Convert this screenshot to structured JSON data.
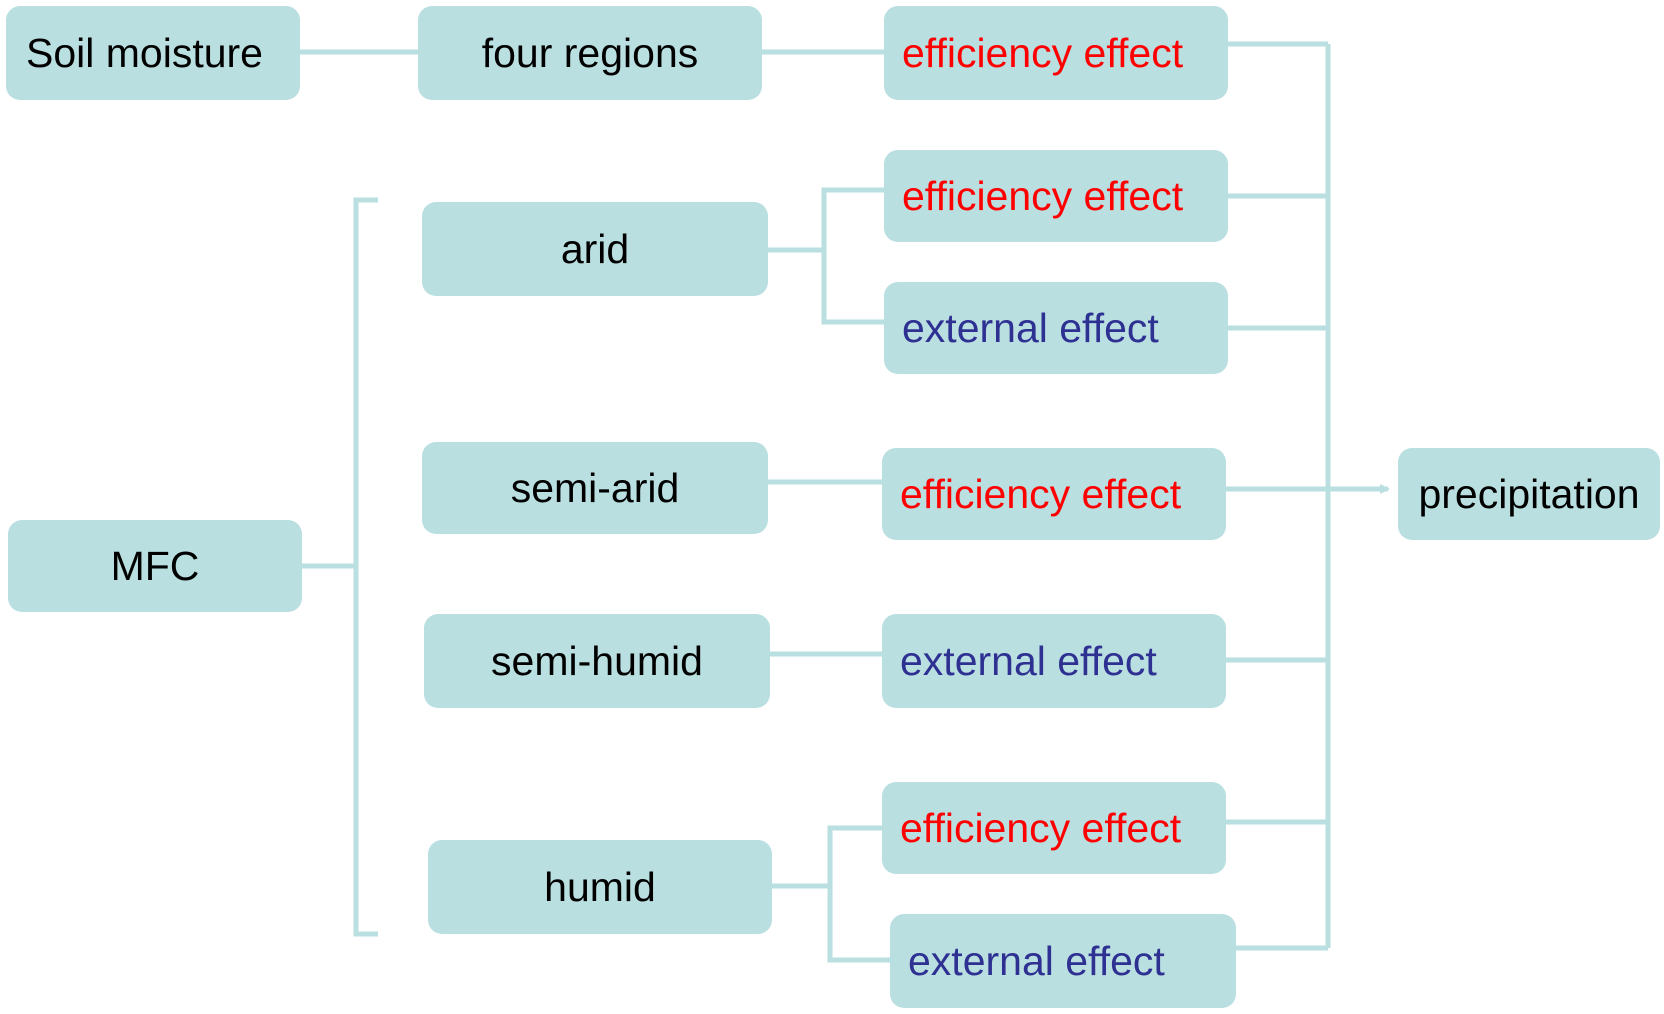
{
  "colors": {
    "box_fill": "#badfe1",
    "connector": "#badfe1",
    "efficiency_text": "#ff0000",
    "external_text": "#2e3192",
    "plain_text": "#000000"
  },
  "nodes": {
    "soil_moisture": "Soil moisture",
    "four_regions": "four regions",
    "mfc": "MFC",
    "arid": "arid",
    "semi_arid": "semi-arid",
    "semi_humid": "semi-humid",
    "humid": "humid",
    "precipitation": "precipitation"
  },
  "effects": {
    "soil_efficiency": "efficiency effect",
    "arid_efficiency": "efficiency effect",
    "arid_external": "external effect",
    "semi_arid_efficiency": "efficiency effect",
    "semi_humid_external": "external effect",
    "humid_efficiency": "efficiency effect",
    "humid_external": "external effect"
  }
}
